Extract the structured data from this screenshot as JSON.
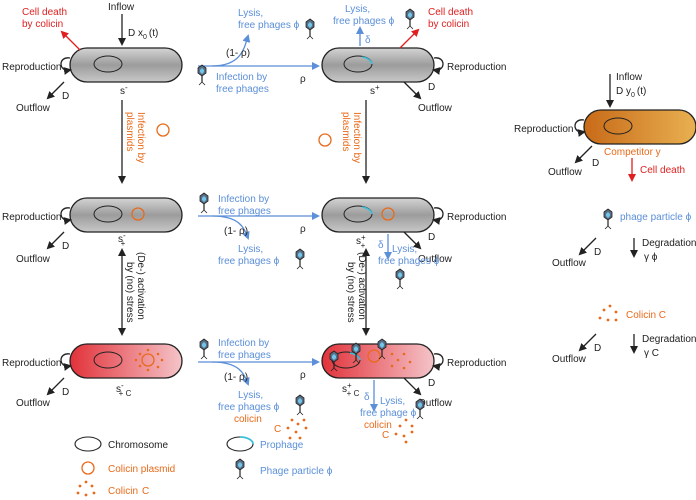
{
  "colors": {
    "black": "#222222",
    "blue": "#5b8fd8",
    "red": "#e02020",
    "orange": "#e86a1a",
    "cell_gray": "#9c9c9c",
    "cell_red": "#e2323a",
    "cell_competitor": "#d5781e"
  },
  "labels": {
    "inflow": "Inflow",
    "inflow_x_rate": "D x",
    "inflow_x_sub": "0",
    "inflow_x_t": "(t)",
    "inflow_y_rate": "D y",
    "inflow_y_sub": "0",
    "inflow_y_t": "(t)",
    "cell_death_colicin_1": "Cell death",
    "cell_death_colicin_2": "by colicin",
    "reproduction": "Reproduction",
    "outflow": "Outflow",
    "d": "D",
    "lysis_1": "Lysis,",
    "lysis_2_phi": "free phages ϕ",
    "lysis_phage_phi": "free phage ϕ",
    "one_minus_rho": "(1- ρ)",
    "rho": "ρ",
    "infection_phages_1": "Infection by",
    "infection_phages_2": "free phages",
    "delta": "δ",
    "infection_plasmids_1": "Infection by",
    "infection_plasmids_2": "plasmids",
    "activation_1": "(De-) activation",
    "activation_2": "by (no) stress",
    "colicin": "colicin",
    "colicin_c": "C",
    "competitor_y": "Competitor y",
    "cell_death": "Cell death",
    "phage_particle_phi": "phage particle ϕ",
    "degradation": "Degradation",
    "gamma_phi": "γ ϕ",
    "gamma_c": "γ C",
    "colicin_C_label": "Colicin C"
  },
  "states": {
    "s_minus": "s",
    "s_minus_sup": "-",
    "s_minus_plus_sup": "-",
    "s_minus_plus_sub": "+",
    "s_plus": "s",
    "s_plus_sup": "+",
    "s_plus_plus_sup": "+",
    "s_plus_plus_sub": "+",
    "s_minus_c_sup": "-",
    "s_minus_c_sub": "+ C",
    "s_plus_c_sup": "+",
    "s_plus_c_sub": "+ C"
  },
  "legend": {
    "chromosome": "Chromosome",
    "prophage": "Prophage",
    "colicin_plasmid": "Colicin plasmid",
    "phage_particle": "Phage particle ϕ",
    "colicin": "Colicin",
    "colicin_c": "C"
  }
}
